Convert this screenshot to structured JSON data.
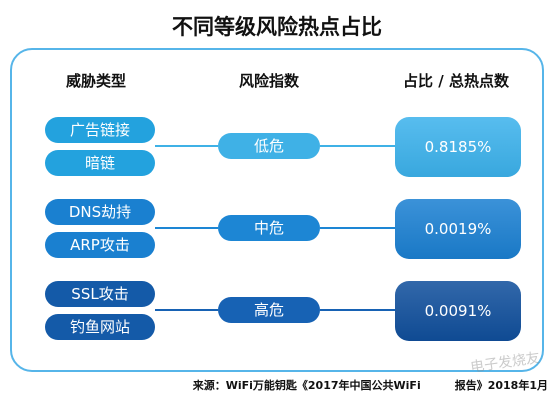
{
  "title": "不同等级风险热点占比",
  "headers": {
    "threat_type": "威胁类型",
    "risk_index": "风险指数",
    "ratio": "占比 / 总热点数"
  },
  "colors": {
    "frame_border": "#56b5e9"
  },
  "rows": [
    {
      "threats": [
        "广告链接",
        "暗链"
      ],
      "level": "低危",
      "ratio": "0.8185%",
      "pill_color": "#23a2de",
      "level_color": "#3fb1e6",
      "box_color": "#3cb2ec"
    },
    {
      "threats": [
        "DNS劫持",
        "ARP攻击"
      ],
      "level": "中危",
      "ratio": "0.0019%",
      "pill_color": "#1a80d0",
      "level_color": "#1d86d4",
      "box_color": "#1b80d2"
    },
    {
      "threats": [
        "SSL攻击",
        "钓鱼网站"
      ],
      "level": "高危",
      "ratio": "0.0091%",
      "pill_color": "#145aa8",
      "level_color": "#1762b4",
      "box_color": "#104f9c"
    }
  ],
  "source": {
    "prefix": "来源：WiFi万能钥匙《2017年中国公共WiFi",
    "suffix": "报告》2018年1月"
  },
  "watermark": "电子发烧友"
}
